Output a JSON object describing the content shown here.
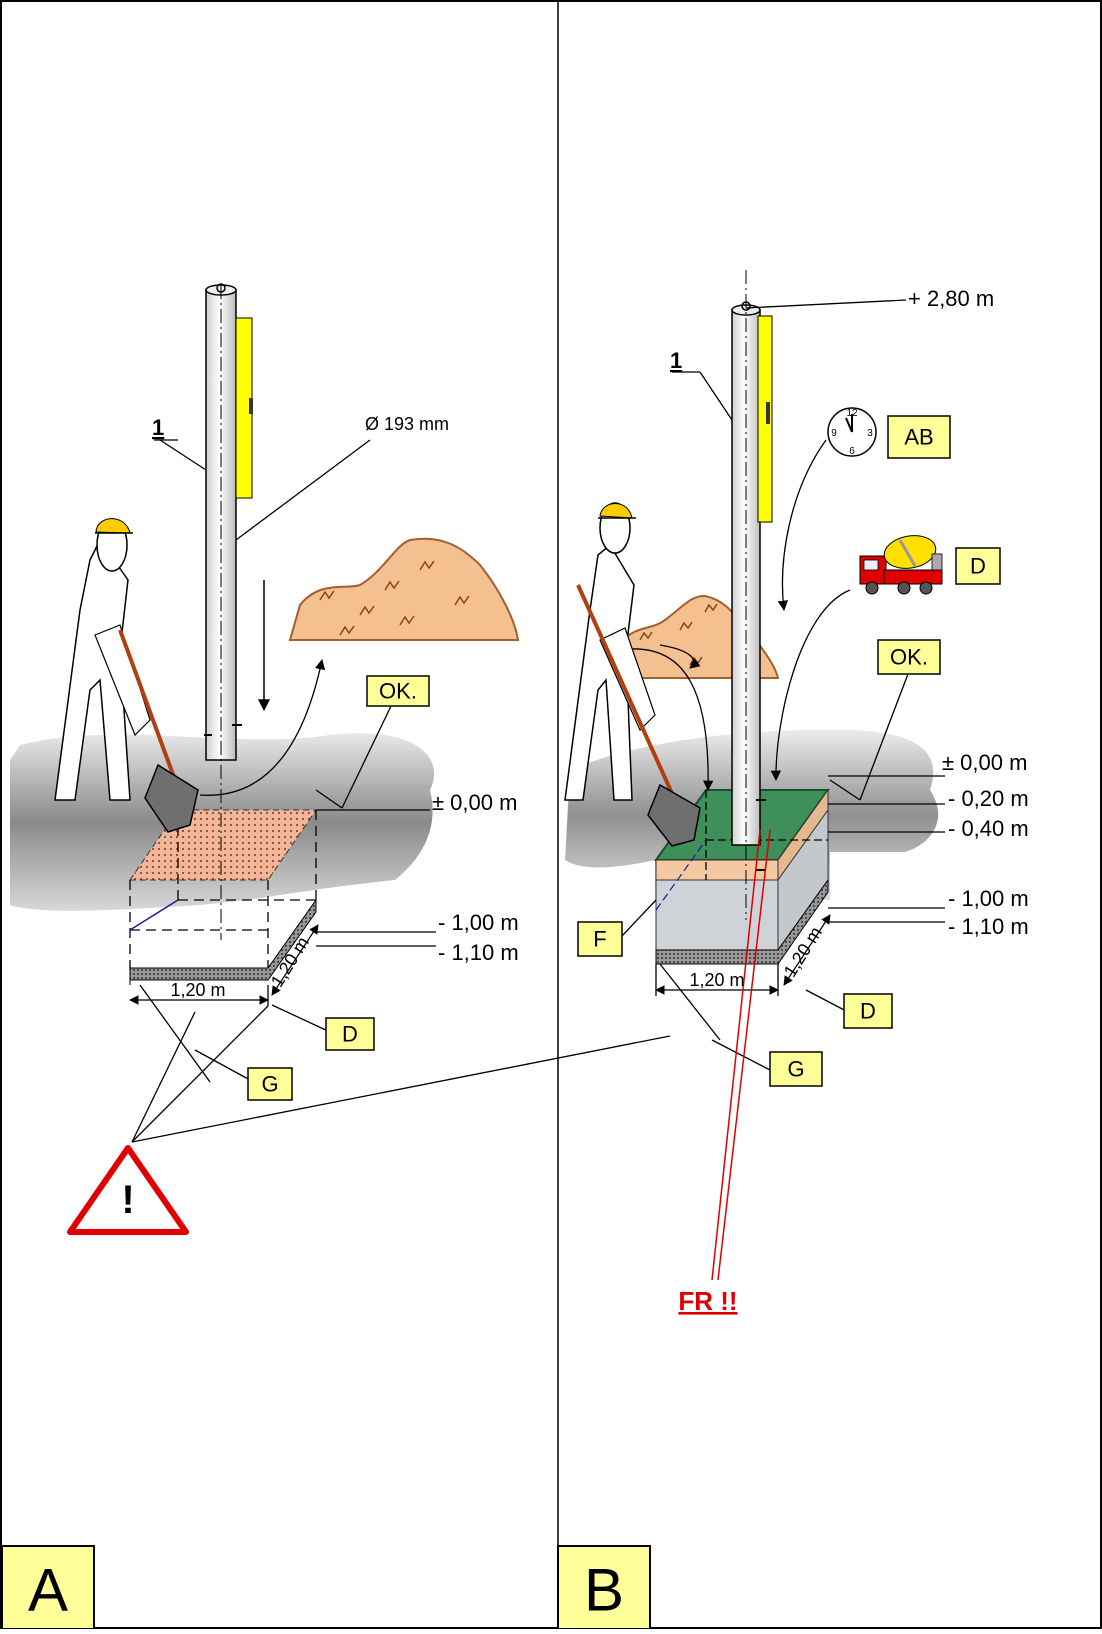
{
  "panels": {
    "a": {
      "letter": "A"
    },
    "b": {
      "letter": "B"
    }
  },
  "panel_a": {
    "pole_number": "1",
    "diameter": "Ø 193 mm",
    "box_ok": "OK.",
    "level_0": "± 0,00 m",
    "level_1": "- 1,00 m",
    "level_2": "- 1,10 m",
    "width": "1,20 m",
    "depth": "1,20 m",
    "box_d": "D",
    "box_g": "G",
    "warning_mark": "!"
  },
  "panel_b": {
    "pole_number": "1",
    "top_level": "+ 2,80 m",
    "box_ab": "AB",
    "box_d_truck": "D",
    "box_ok": "OK.",
    "level_0": "± 0,00 m",
    "level_a": "- 0,20 m",
    "level_b": "- 0,40 m",
    "level_1": "- 1,00 m",
    "level_2": "- 1,10 m",
    "box_f": "F",
    "width": "1,20 m",
    "depth": "1,20 m",
    "box_d": "D",
    "box_g": "G",
    "fr": "FR !!",
    "clock": {
      "n12": "12",
      "n3": "3",
      "n6": "6",
      "n9": "9"
    }
  },
  "colors": {
    "pole_yellow": "#ffff00",
    "sand": "#f4c090",
    "concrete_green": "#3e8f5a",
    "label_box": "#ffff99",
    "warning_red": "#e00000",
    "truck_red": "#e00000"
  }
}
